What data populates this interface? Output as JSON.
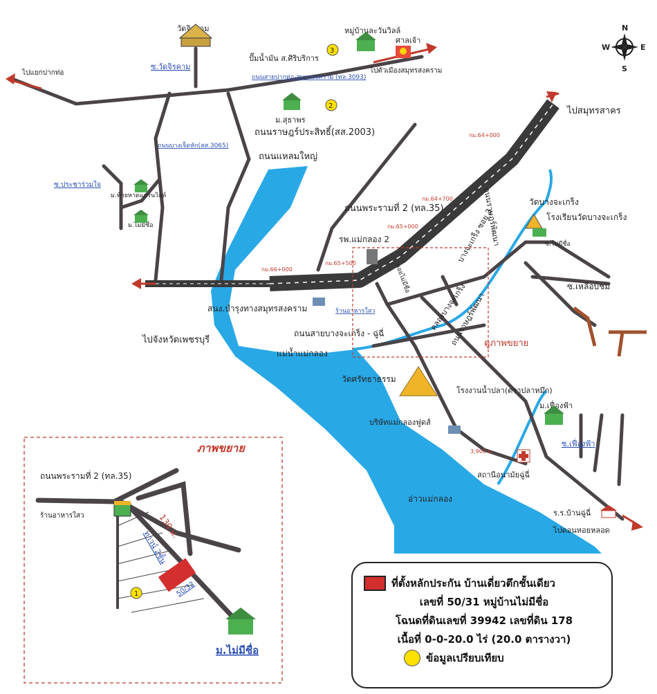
{
  "compass": {
    "n": "N",
    "s": "S",
    "e": "E",
    "w": "W"
  },
  "roads": {
    "phra_ram_2_label": "ถนนพระรามที่ 2 (ทล.35)",
    "pakto_samutsongkhram": "ถนนสายปากท่อ-สมุทรสงคราม (ทล.3093)",
    "ratprasit": "ถนนราษฎร์ประสิทธิ์(สส.2003)",
    "bangcheng": "ถนนบางเจ็ดหัก(สส.3065)",
    "laemyai": "ถนนแหลมใหญ่",
    "bangchakreng_chuchi": "ถนนสายบางจะเกร็ง - ฉู่ฉี่",
    "ratphatthana": "ถนนราษฎร์พัฒนา",
    "ratphatthana2": "ถนนราษฎร์พัฒนา",
    "bangchakreng_soi3": "บางจะเกร็ง ซอย 3"
  },
  "directions": {
    "to_pakto": "ไปแยกปากท่อ",
    "to_samutsakhon": "ไปสมุทรสาคร",
    "to_mueang_samutsongkhram": "ไปตัวเมืองสมุทรสงคราม",
    "to_phetchaburi": "ไปจังหวัดเพชรบุรี",
    "to_hoilot": "ไปดอนหอยหลอด"
  },
  "places": {
    "wat_chirakam": "วัดจิรคาม",
    "soi_wat_chirakam": "ซ.วัดจิรคาม",
    "gas_station": "ปั๊มน้ำมัน ส.ศิริบริการ",
    "village3": "หมู่บ้านละวันวิลล์",
    "shrine": "ศาลเจ้า",
    "m_sutthaporn": "ม.สุธาพร",
    "soi_pracha": "ซ.ประชาร่วมใจ",
    "m_thaihad": "ม.ท้ายหาดแกรนวิลล์",
    "m_maimeechue": "ม.ไม่มีชื่อ",
    "km64": "กม.64+000",
    "km64_700": "กม.64+700",
    "km65": "กม.65+000",
    "km65_500": "กม.65+500",
    "km66": "กม.66+000",
    "hospital": "รพ.แม่กลอง 2",
    "wat_bangchakreng": "วัดบางจะเกร็ง",
    "school_bangchakreng": "โรงเรียนวัดบางจะเกร็ง",
    "soi_maimeechue": "ซ.ไม่มีชื่อ",
    "soi_lueachom": "ซ.เหลือบชม",
    "khlong_bangchakreng": "คลองบางจะเกร็ง",
    "expand_label": "ดูภาพขยาย",
    "highway_office": "สนง.บำรุงทางสมุทรสงคราม",
    "restaurant": "ร้านอาหารใสว",
    "river": "แม่น้ำแม่กลอง",
    "wat_sithatham": "วัดศรัทธาธรรม",
    "fish_sauce": "โรงงานน้ำปลา(ตราปลาหมึก)",
    "m_fueangfa": "ม.เฟื่องฟ้า",
    "soi_fueangfa": "ซ.เฟื่องฟ้า",
    "food_company": "บริษัทแม่กลองฟูดส์",
    "dist_3900": "3,900 ม.",
    "health_station": "สถานีอนามัยฉู่ฉี่",
    "bay": "อ่าวแม่กลอง",
    "school_chuchi": "ร.ร.บ้านฉู่ฉี่",
    "soi_maimeechue2": "ซอยไม่มีชื่อ"
  },
  "markers": {
    "one": "1",
    "two": "2",
    "three": "3"
  },
  "inset": {
    "title": "ภาพขยาย",
    "road_label": "ถนนพระรามที่ 2 (ทล.35)",
    "restaurant": "ร้านอาหารใสว",
    "distance": "130 ม.",
    "townhouse": "ทาวน์ 2ชั้น",
    "plot": "50/32",
    "village": "ม.ไม่มีชื่อ"
  },
  "legend": {
    "line1": "ที่ตั้งหลักประกัน บ้านเดี่ยวตึกชั้นเดียว",
    "line2": "เลขที่ 50/31  หมู่บ้านไม่มีชื่อ",
    "line3": "โฉนดที่ดินเลขที่ 39942 เลขที่ดิน 178",
    "line4": "เนื้อที่ 0-0-20.0 ไร่ (20.0 ตารางวา)",
    "line5": "ข้อมูลเปรียบเทียบ"
  },
  "colors": {
    "water": "#29a8e6",
    "road": "#4a4448",
    "highway": "#3a3a3a",
    "accent": "#c0392b",
    "marker": "#ffe100",
    "plot": "#d32f2f"
  }
}
